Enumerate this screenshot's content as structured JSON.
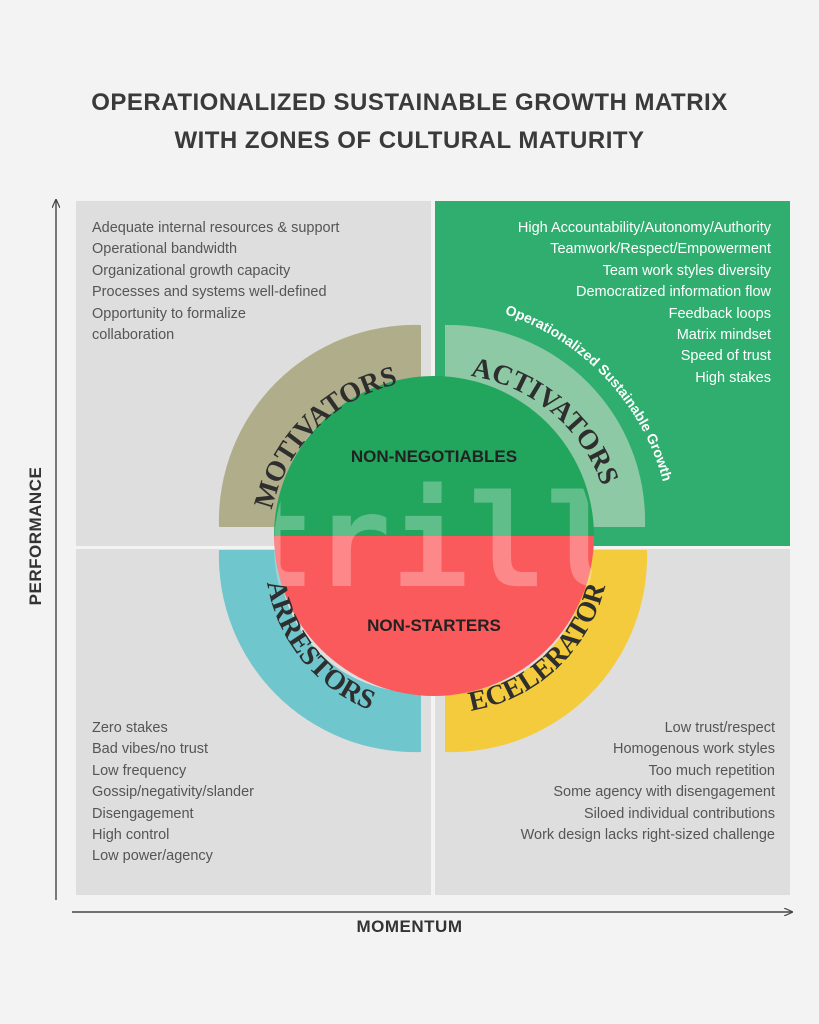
{
  "title": {
    "line1": "OPERATIONALIZED SUSTAINABLE GROWTH MATRIX",
    "line2": "WITH ZONES OF CULTURAL MATURITY"
  },
  "axes": {
    "x": "MOMENTUM",
    "y": "PERFORMANCE"
  },
  "quadrants": {
    "top_left": {
      "zone": "MOTIVATORS",
      "zone_color": "#b0ae8a",
      "items": [
        "Adequate internal resources & support",
        "Operational bandwidth",
        "Organizational growth capacity",
        "Processes and systems well-defined",
        "Opportunity to formalize",
        "collaboration"
      ]
    },
    "top_right": {
      "zone": "ACTIVATORS",
      "zone_color": "#8ec9a6",
      "color": "#2fae6f",
      "arc_label": "Operationalized Sustainable Growth",
      "items": [
        "High Accountability/Autonomy/Authority",
        "Teamwork/Respect/Empowerment",
        "Team work styles diversity",
        "Democratized information flow",
        "Feedback loops",
        "Matrix mindset",
        "Speed of trust",
        "High stakes"
      ]
    },
    "bottom_left": {
      "zone": "ARRESTORS",
      "zone_color": "#6fc6cc",
      "items": [
        "Zero stakes",
        "Bad vibes/no trust",
        "Low frequency",
        "Gossip/negativity/slander",
        "Disengagement",
        "High control",
        "Low power/agency"
      ]
    },
    "bottom_right": {
      "zone": "DECELERATORS",
      "zone_color": "#f3cb3c",
      "items": [
        "Low trust/respect",
        "Homogenous work styles",
        "Too much repetition",
        "Some agency with disengagement",
        "Siloed individual contributions",
        "Work design lacks right-sized challenge"
      ]
    }
  },
  "center": {
    "top_label": "NON-NEGOTIABLES",
    "top_color": "#22a55d",
    "bottom_label": "NON-STARTERS",
    "bottom_color": "#fb5a5c",
    "watermark": "trill"
  }
}
